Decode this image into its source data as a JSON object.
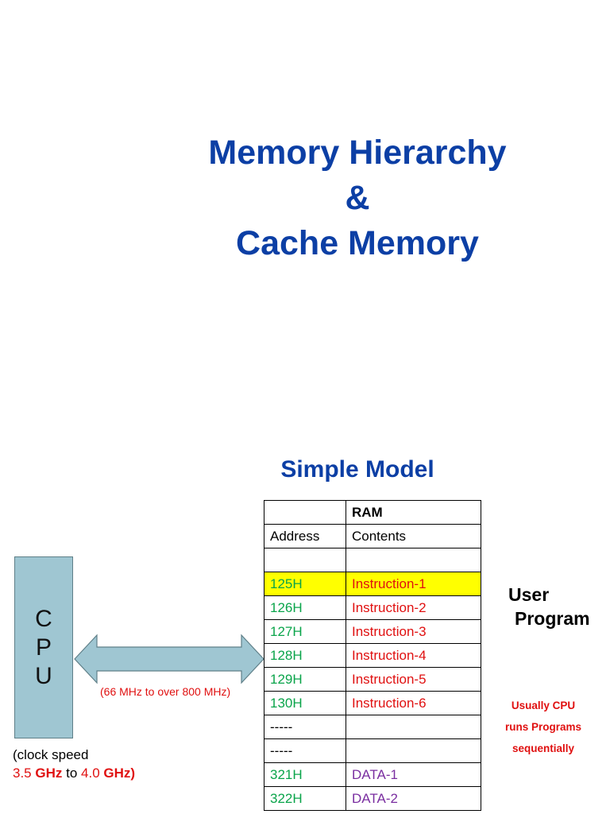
{
  "title": {
    "line1": "Memory Hierarchy",
    "line2": "&",
    "line3": "Cache Memory"
  },
  "subtitle": "Simple Model",
  "cpu": {
    "letters": [
      "C",
      "P",
      "U"
    ],
    "clock_label": "(clock speed",
    "clock_low": "3.5",
    "clock_unit_1": "GHz",
    "clock_to": "to",
    "clock_high": "4.0",
    "clock_unit_2": "GHz)"
  },
  "bus_speed": "(66 MHz to over 800 MHz)",
  "ram_table": {
    "header_ram": "RAM",
    "col_address": "Address",
    "col_contents": "Contents",
    "rows": [
      {
        "address": "",
        "contents": ""
      },
      {
        "address": "125H",
        "contents": "Instruction-1"
      },
      {
        "address": "126H",
        "contents": "Instruction-2"
      },
      {
        "address": "127H",
        "contents": "Instruction-3"
      },
      {
        "address": "128H",
        "contents": "Instruction-4"
      },
      {
        "address": "129H",
        "contents": "Instruction-5"
      },
      {
        "address": "130H",
        "contents": "Instruction-6"
      },
      {
        "address": "-----",
        "contents": ""
      },
      {
        "address": "-----",
        "contents": ""
      },
      {
        "address": "321H",
        "contents": "DATA-1"
      },
      {
        "address": "322H",
        "contents": "DATA-2"
      }
    ]
  },
  "user_program": {
    "line1": "User",
    "line2": "Program"
  },
  "note": {
    "line1": "Usually CPU",
    "line2": "runs Programs",
    "line3": "sequentially"
  },
  "colors": {
    "title_blue": "#0c3fa5",
    "cpu_box": "#9fc6d2",
    "highlight": "#ffff00",
    "address_green": "#0aa44a",
    "instruction_red": "#e01010",
    "data_purple": "#7a2ea0"
  }
}
